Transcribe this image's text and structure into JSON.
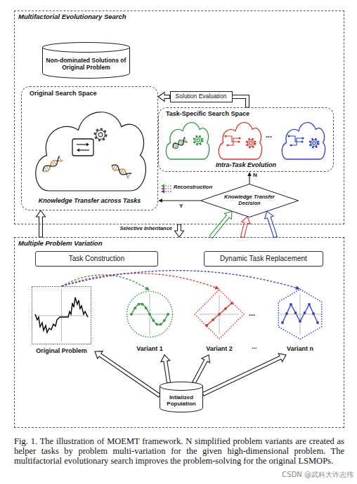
{
  "diagram": {
    "caption": "Fig. 1. The illustration of MOEMT framework. N simplified problem variants are created as helper tasks by problem multi-variation for the given high-dimensional problem. The multifactorial evolutionary search improves the problem-solving for the original LSMOPs.",
    "nodes": [
      {
        "text": [
          "Multifactorial Evolutionary Search"
        ]
      },
      {
        "text": [
          "Non-dominated Solutions of Original Problem"
        ],
        "in": 0
      },
      {
        "text": [
          "Original Search Space",
          "Knowledge Transfer across Tasks"
        ],
        "in": 0
      },
      {
        "text": [
          "Solution Evaluation"
        ],
        "in": 0
      },
      {
        "text": [
          "Task-Specific Search Space",
          "Intra-Task Evolution"
        ],
        "in": 0
      },
      {
        "text": [
          "Knowledge Transfer Decision"
        ],
        "in": 0
      },
      {
        "text": [
          "Multiple Problem Variation"
        ]
      },
      {
        "text": [
          "Task Construction"
        ],
        "in": 6
      },
      {
        "text": [
          "Dynamic Task Replacement"
        ],
        "in": 6
      },
      {
        "text": [
          "Original Problem"
        ],
        "in": 6
      },
      {
        "text": [
          "Variant 1"
        ],
        "in": 6
      },
      {
        "text": [
          "Variant 2"
        ],
        "in": 6
      },
      {
        "text": [
          "Variant n"
        ],
        "in": 6
      },
      {
        "text": [
          "Intialized Population"
        ],
        "in": 6
      }
    ],
    "edges": [
      {
        "from": 4,
        "to": 3,
        "arrow": "none"
      },
      {
        "from": 3,
        "to": 2,
        "arrow": "to"
      },
      {
        "from": 5,
        "to": 4,
        "label": "N",
        "arrow": "to"
      },
      {
        "from": 5,
        "to": 2,
        "label": "Y",
        "arrow": "to"
      },
      {
        "from": 6,
        "to": 5,
        "arrow": "to"
      },
      {
        "from": 6,
        "to": 5,
        "arrow": "to"
      },
      {
        "from": 6,
        "to": 5,
        "arrow": "to"
      },
      {
        "from": 0,
        "to": 6,
        "label": "Selective Inheritance",
        "arrow": "to"
      },
      {
        "from": 6,
        "to": 2,
        "arrow": "to"
      },
      {
        "from": 9,
        "to": 10,
        "arrow": "to"
      },
      {
        "from": 9,
        "to": 11,
        "arrow": "to"
      },
      {
        "from": 9,
        "to": 12,
        "arrow": "to"
      },
      {
        "from": 13,
        "to": 9,
        "arrow": "to"
      },
      {
        "from": 13,
        "to": 10,
        "arrow": "to"
      },
      {
        "from": 13,
        "to": 11,
        "arrow": "to"
      },
      {
        "from": 13,
        "to": 12,
        "arrow": "to"
      }
    ],
    "labels": [
      "...",
      "Reconstruction",
      "...",
      "...",
      "CSDN @武科大许志伟"
    ]
  }
}
